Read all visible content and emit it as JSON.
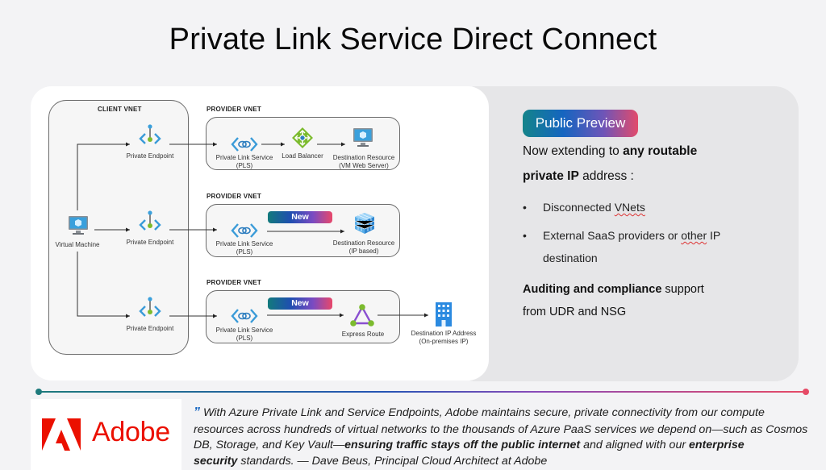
{
  "title": "Private Link Service Direct Connect",
  "diagram": {
    "client_vnet_label": "CLIENT VNET",
    "virtual_machine_label": "Virtual Machine",
    "private_endpoint_label": "Private Endpoint",
    "provider_vnets": [
      {
        "label": "PROVIDER VNET",
        "pls_label_line1": "Private Link Service",
        "pls_label_line2": "(PLS)",
        "middle_label": "Load Balancer",
        "dest_label_line1": "Destination Resource",
        "dest_label_line2": "(VM Web Server)"
      },
      {
        "label": "PROVIDER VNET",
        "pls_label_line1": "Private Link Service",
        "pls_label_line2": "(PLS)",
        "badge": "New",
        "dest_label_line1": "Destination Resource",
        "dest_label_line2": "(IP based)"
      },
      {
        "label": "PROVIDER VNET",
        "pls_label_line1": "Private Link Service",
        "pls_label_line2": "(PLS)",
        "badge": "New",
        "middle_label": "Express Route",
        "dest_label_line1": "Destination IP Address",
        "dest_label_line2": "(On-premises IP)"
      }
    ]
  },
  "info": {
    "badge": "Public Preview",
    "line1_plain": "Now extending to ",
    "line1_bold": "any routable",
    "line2_bold": "private IP",
    "line2_plain": " address :",
    "bullets": [
      {
        "dot": "•",
        "text_a": "Disconnected ",
        "text_squiggle": "VNets",
        "text_b": ""
      },
      {
        "dot": "•",
        "text_a": "External SaaS providers or ",
        "text_squiggle": "other",
        "text_b": " IP"
      }
    ],
    "bullet2_cont": "destination",
    "audit_bold": "Auditing and compliance",
    "audit_plain": " support",
    "audit_line2": "from UDR and NSG"
  },
  "testimonial": {
    "logo_text": "Adobe",
    "brand_color": "#eb1000",
    "quote_mark": "”",
    "line1": "With Azure Private Link and Service Endpoints, Adobe maintains secure, private connectivity from our compute",
    "line2": "resources across hundreds of virtual networks to the thousands of Azure PaaS services we depend on—such as Cosmos",
    "line3_a": "DB, Storage, and Key Vault—",
    "line3_bold": "ensuring traffic stays off the public internet",
    "line3_b": " and aligned with our ",
    "line3_bold2": "enterprise",
    "line4_bold": "security",
    "line4_plain": " standards.   — Dave Beus, Principal Cloud Architect at Adobe"
  }
}
